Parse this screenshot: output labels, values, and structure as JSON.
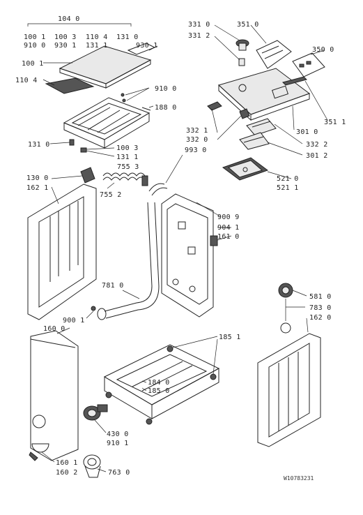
{
  "labels": {
    "l104_0": "104 0",
    "l100_1a": "100 1",
    "l100_3a": "100 3",
    "l110_4a": "110 4",
    "l131_0a": "131 0",
    "l910_0a": "910 0",
    "l930_1a": "930 1",
    "l131_1a": "131 1",
    "l930_1b": "930 1",
    "l100_1b": "100 1",
    "l110_4b": "110 4",
    "l910_0b": "910 0",
    "l188_0": "188 0",
    "l131_0b": "131 0",
    "l100_3b": "100 3",
    "l131_1b": "131 1",
    "l755_3": "755 3",
    "l993_0": "993 0",
    "l130_0": "130 0",
    "l162_1": "162 1",
    "l755_2": "755 2",
    "l331_0": "331 0",
    "l331_2": "331 2",
    "l351_0": "351 0",
    "l350_0": "350 0",
    "l351_1": "351 1",
    "l301_0": "301 0",
    "l332_2": "332 2",
    "l332_1": "332 1",
    "l332_0": "332 0",
    "l301_2": "301 2",
    "l521_0": "521 0",
    "l521_1": "521 1",
    "l900_9": "900 9",
    "l904_1": "904 1",
    "l161_0": "161 0",
    "l781_0": "781 0",
    "l900_1": "900 1",
    "l160_0": "160 0",
    "l581_0": "581 0",
    "l783_0": "783 0",
    "l162_0": "162 0",
    "l185_1": "185 1",
    "l184_0": "184 0",
    "l185_0": "185 0",
    "l430_0": "430 0",
    "l910_1": "910 1",
    "l160_1": "160 1",
    "l160_2": "160 2",
    "l763_0": "763 0"
  },
  "document_id": "W10783231"
}
